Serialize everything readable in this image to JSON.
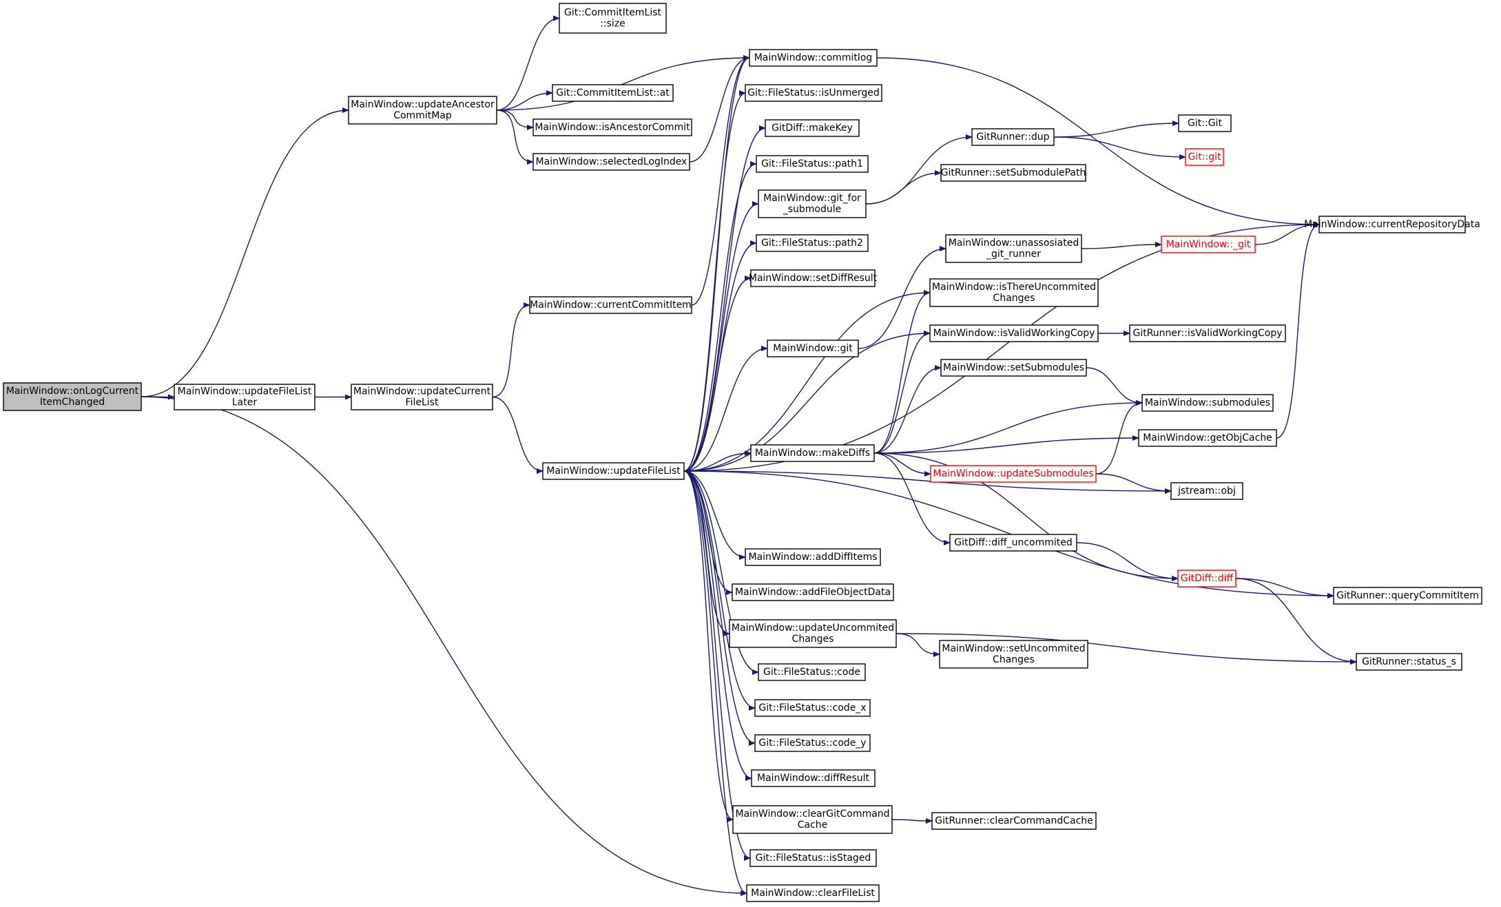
{
  "colors": {
    "edge": "#191970",
    "node_border": "#000000",
    "root_fill": "#bfbfbf",
    "truncated_border": "#ff0000"
  },
  "nodes": [
    {
      "id": "n0",
      "lines": [
        "MainWindow::onLogCurrent",
        "ItemChanged"
      ],
      "root": true
    },
    {
      "id": "n1",
      "lines": [
        "MainWindow::updateAncestor",
        "CommitMap"
      ]
    },
    {
      "id": "n2",
      "lines": [
        "MainWindow::updateFileList",
        "Later"
      ]
    },
    {
      "id": "n3",
      "lines": [
        "MainWindow::updateCurrent",
        "FileList"
      ]
    },
    {
      "id": "n4",
      "lines": [
        "MainWindow::currentCommitItem"
      ]
    },
    {
      "id": "n5",
      "lines": [
        "MainWindow::updateFileList"
      ]
    },
    {
      "id": "n6",
      "lines": [
        "Git::CommitItemList",
        "::size"
      ]
    },
    {
      "id": "n7",
      "lines": [
        "Git::CommitItemList::at"
      ]
    },
    {
      "id": "n8",
      "lines": [
        "MainWindow::isAncestorCommit"
      ]
    },
    {
      "id": "n9",
      "lines": [
        "MainWindow::selectedLogIndex"
      ]
    },
    {
      "id": "n10",
      "lines": [
        "MainWindow::commitlog"
      ]
    },
    {
      "id": "n11",
      "lines": [
        "Git::FileStatus::isUnmerged"
      ]
    },
    {
      "id": "n12",
      "lines": [
        "GitDiff::makeKey"
      ]
    },
    {
      "id": "n13",
      "lines": [
        "Git::FileStatus::path1"
      ]
    },
    {
      "id": "n14",
      "lines": [
        "MainWindow::git_for",
        "_submodule"
      ]
    },
    {
      "id": "n15",
      "lines": [
        "Git::FileStatus::path2"
      ]
    },
    {
      "id": "n16",
      "lines": [
        "MainWindow::setDiffResult"
      ]
    },
    {
      "id": "n17",
      "lines": [
        "MainWindow::git"
      ]
    },
    {
      "id": "n18",
      "lines": [
        "MainWindow::makeDiffs"
      ]
    },
    {
      "id": "n19",
      "lines": [
        "MainWindow::addDiffItems"
      ]
    },
    {
      "id": "n20",
      "lines": [
        "MainWindow::addFileObjectData"
      ]
    },
    {
      "id": "n21",
      "lines": [
        "MainWindow::updateUncommited",
        "Changes"
      ]
    },
    {
      "id": "n22",
      "lines": [
        "Git::FileStatus::code"
      ]
    },
    {
      "id": "n23",
      "lines": [
        "Git::FileStatus::code_x"
      ]
    },
    {
      "id": "n24",
      "lines": [
        "Git::FileStatus::code_y"
      ]
    },
    {
      "id": "n25",
      "lines": [
        "MainWindow::diffResult"
      ]
    },
    {
      "id": "n26",
      "lines": [
        "MainWindow::clearGitCommand",
        "Cache"
      ]
    },
    {
      "id": "n27",
      "lines": [
        "Git::FileStatus::isStaged"
      ]
    },
    {
      "id": "n28",
      "lines": [
        "MainWindow::clearFileList"
      ]
    },
    {
      "id": "n29",
      "lines": [
        "GitRunner::dup"
      ]
    },
    {
      "id": "n30",
      "lines": [
        "GitRunner::setSubmodulePath"
      ]
    },
    {
      "id": "n31",
      "lines": [
        "MainWindow::unassosiated",
        "_git_runner"
      ]
    },
    {
      "id": "n32",
      "lines": [
        "MainWindow::isThereUncommited",
        "Changes"
      ]
    },
    {
      "id": "n33",
      "lines": [
        "MainWindow::isValidWorkingCopy"
      ]
    },
    {
      "id": "n34",
      "lines": [
        "MainWindow::setSubmodules"
      ]
    },
    {
      "id": "n35",
      "lines": [
        "MainWindow::updateSubmodules"
      ],
      "truncated": true
    },
    {
      "id": "n36",
      "lines": [
        "GitDiff::diff_uncommited"
      ]
    },
    {
      "id": "n37",
      "lines": [
        "MainWindow::setUncommited",
        "Changes"
      ]
    },
    {
      "id": "n38",
      "lines": [
        "GitRunner::clearCommandCache"
      ]
    },
    {
      "id": "n39",
      "lines": [
        "Git::Git"
      ]
    },
    {
      "id": "n40",
      "lines": [
        "Git::git"
      ],
      "truncated": true
    },
    {
      "id": "n41",
      "lines": [
        "MainWindow::_git"
      ],
      "truncated": true
    },
    {
      "id": "n42",
      "lines": [
        "GitRunner::isValidWorkingCopy"
      ]
    },
    {
      "id": "n43",
      "lines": [
        "MainWindow::submodules"
      ]
    },
    {
      "id": "n44",
      "lines": [
        "MainWindow::getObjCache"
      ]
    },
    {
      "id": "n45",
      "lines": [
        "jstream::obj"
      ]
    },
    {
      "id": "n46",
      "lines": [
        "GitDiff::diff"
      ],
      "truncated": true
    },
    {
      "id": "n47",
      "lines": [
        "MainWindow::currentRepositoryData"
      ]
    },
    {
      "id": "n48",
      "lines": [
        "GitRunner::queryCommitItem"
      ]
    },
    {
      "id": "n49",
      "lines": [
        "GitRunner::status_s"
      ]
    }
  ],
  "edges": [
    [
      "n0",
      "n1"
    ],
    [
      "n0",
      "n2"
    ],
    [
      "n0",
      "n28"
    ],
    [
      "n1",
      "n6"
    ],
    [
      "n1",
      "n10"
    ],
    [
      "n1",
      "n7"
    ],
    [
      "n1",
      "n8"
    ],
    [
      "n1",
      "n9"
    ],
    [
      "n2",
      "n3"
    ],
    [
      "n3",
      "n4"
    ],
    [
      "n3",
      "n5"
    ],
    [
      "n4",
      "n10"
    ],
    [
      "n9",
      "n10"
    ],
    [
      "n5",
      "n10"
    ],
    [
      "n5",
      "n11"
    ],
    [
      "n5",
      "n12"
    ],
    [
      "n5",
      "n13"
    ],
    [
      "n5",
      "n14"
    ],
    [
      "n5",
      "n15"
    ],
    [
      "n5",
      "n16"
    ],
    [
      "n5",
      "n17"
    ],
    [
      "n5",
      "n47"
    ],
    [
      "n5",
      "n32"
    ],
    [
      "n5",
      "n33"
    ],
    [
      "n5",
      "n18"
    ],
    [
      "n5",
      "n45"
    ],
    [
      "n5",
      "n48"
    ],
    [
      "n5",
      "n19"
    ],
    [
      "n5",
      "n20"
    ],
    [
      "n5",
      "n21"
    ],
    [
      "n5",
      "n22"
    ],
    [
      "n5",
      "n23"
    ],
    [
      "n5",
      "n24"
    ],
    [
      "n5",
      "n25"
    ],
    [
      "n5",
      "n26"
    ],
    [
      "n5",
      "n27"
    ],
    [
      "n5",
      "n28"
    ],
    [
      "n10",
      "n47"
    ],
    [
      "n14",
      "n29"
    ],
    [
      "n14",
      "n30"
    ],
    [
      "n29",
      "n39"
    ],
    [
      "n29",
      "n40"
    ],
    [
      "n17",
      "n31"
    ],
    [
      "n31",
      "n41"
    ],
    [
      "n41",
      "n47"
    ],
    [
      "n18",
      "n32"
    ],
    [
      "n18",
      "n33"
    ],
    [
      "n18",
      "n34"
    ],
    [
      "n18",
      "n43"
    ],
    [
      "n18",
      "n44"
    ],
    [
      "n18",
      "n35"
    ],
    [
      "n18",
      "n36"
    ],
    [
      "n18",
      "n46"
    ],
    [
      "n33",
      "n42"
    ],
    [
      "n34",
      "n43"
    ],
    [
      "n35",
      "n43"
    ],
    [
      "n35",
      "n45"
    ],
    [
      "n44",
      "n47"
    ],
    [
      "n36",
      "n46"
    ],
    [
      "n46",
      "n48"
    ],
    [
      "n46",
      "n49"
    ],
    [
      "n21",
      "n37"
    ],
    [
      "n21",
      "n49"
    ],
    [
      "n26",
      "n38"
    ]
  ]
}
